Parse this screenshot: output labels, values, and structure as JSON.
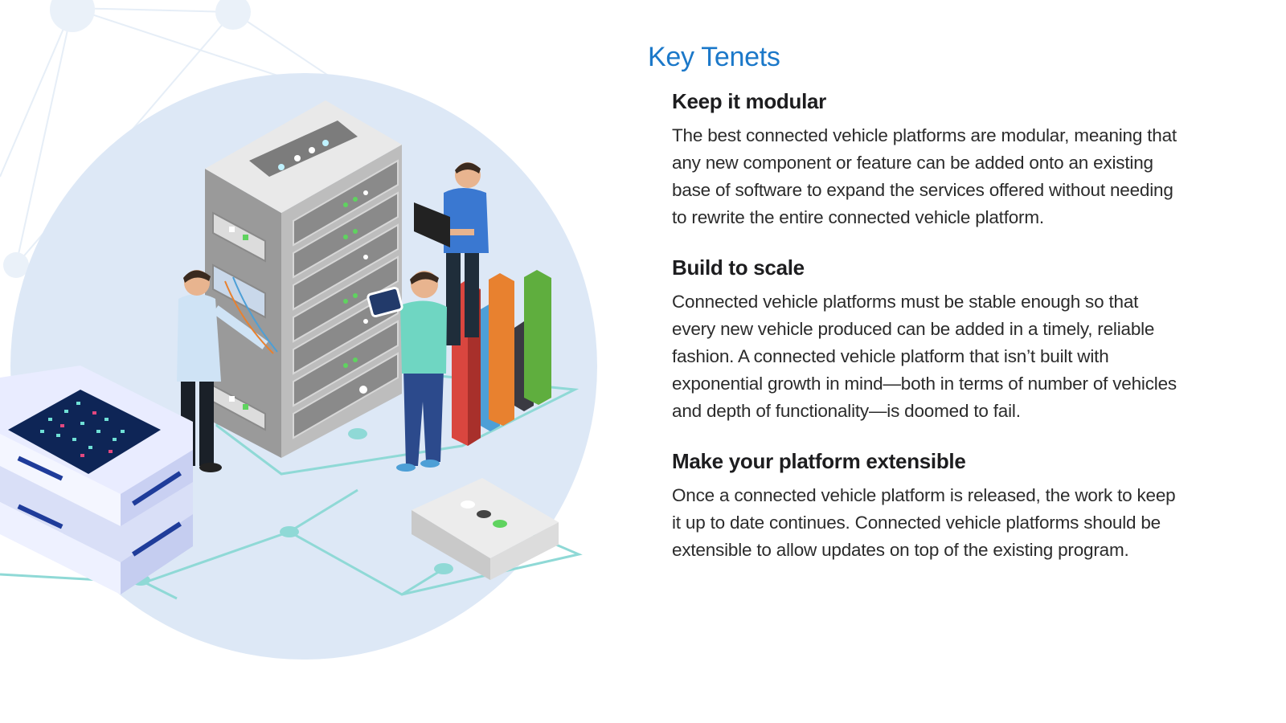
{
  "heading": "Key Tenets",
  "tenets": [
    {
      "title": "Keep it modular",
      "body": "The best connected vehicle platforms are modular, meaning that any new component or feature can be added onto an existing base of software to expand the services offered without needing to rewrite the entire connected vehicle platform."
    },
    {
      "title": "Build to scale",
      "body": "Connected vehicle platforms must be stable enough so that every new vehicle produced can be added in a timely, reliable fashion. A connected vehicle platform that isn’t built with exponential growth in mind—both in terms of number of vehicles and depth of functionality—is doomed to fail."
    },
    {
      "title": "Make your platform extensible",
      "body": "Once a connected vehicle platform is released, the work to keep it up to date continues. Connected vehicle platforms should be extensible to allow updates on top of the existing program."
    }
  ],
  "colors": {
    "heading_accent": "#1b78c9",
    "circle_bg": "#dde8f6",
    "bar_red": "#d9463f",
    "bar_blue": "#4d9fd6",
    "bar_orange": "#e8812f",
    "bar_dark": "#3a3a42",
    "bar_green": "#5fae3e"
  }
}
